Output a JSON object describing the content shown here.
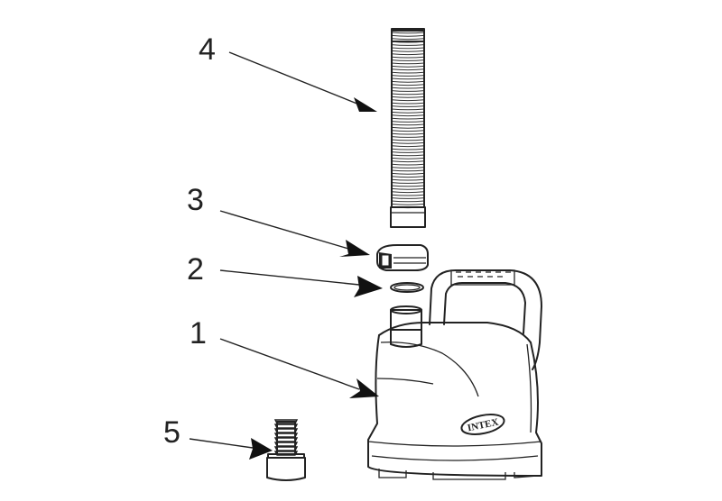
{
  "callouts": [
    {
      "id": "1",
      "label": "1"
    },
    {
      "id": "2",
      "label": "2"
    },
    {
      "id": "3",
      "label": "3"
    },
    {
      "id": "4",
      "label": "4"
    },
    {
      "id": "5",
      "label": "5"
    }
  ],
  "brand": {
    "logo_text": "INTEX"
  }
}
